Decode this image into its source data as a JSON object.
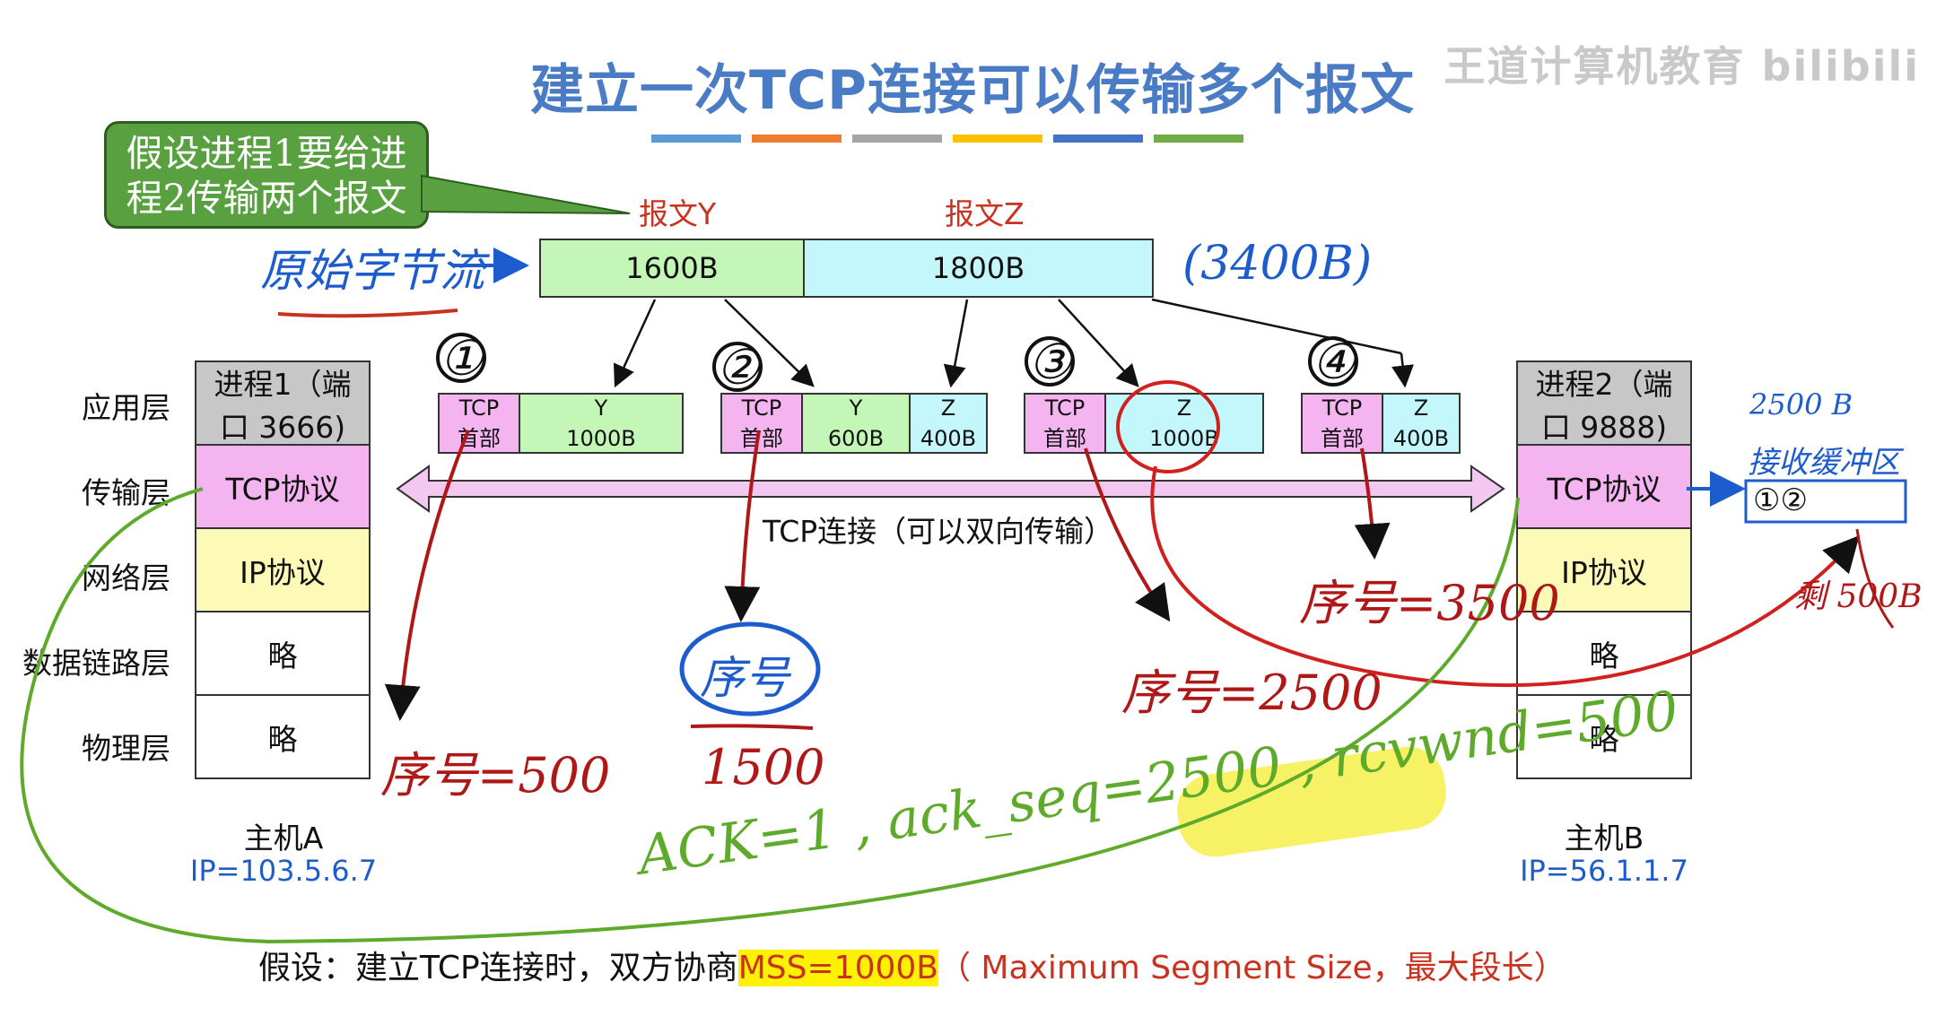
{
  "title": "建立一次TCP连接可以传输多个报文",
  "watermark": "王道计算机教育 bilibili",
  "color_bars": [
    "#5b9bd5",
    "#ed7d31",
    "#a5a5a5",
    "#ffc000",
    "#4472c4",
    "#70ad47"
  ],
  "callout": "假设进程1要给进程2传输两个报文",
  "messages": {
    "y_label": "报文Y",
    "z_label": "报文Z",
    "y_size": "1600B",
    "z_size": "1800B"
  },
  "stream_note": "原始字节流",
  "total_note": "(3400B)",
  "segments": [
    {
      "num": "①",
      "header": [
        "TCP",
        "首部"
      ],
      "parts": [
        {
          "name": "Y",
          "size": "1000B"
        }
      ]
    },
    {
      "num": "②",
      "header": [
        "TCP",
        "首部"
      ],
      "parts": [
        {
          "name": "Y",
          "size": "600B"
        },
        {
          "name": "Z",
          "size": "400B"
        }
      ]
    },
    {
      "num": "③",
      "header": [
        "TCP",
        "首部"
      ],
      "parts": [
        {
          "name": "Z",
          "size": "1000B"
        }
      ]
    },
    {
      "num": "④",
      "header": [
        "TCP",
        "首部"
      ],
      "parts": [
        {
          "name": "Z",
          "size": "400B"
        }
      ]
    }
  ],
  "layers": [
    "应用层",
    "传输层",
    "网络层",
    "数据链路层",
    "物理层"
  ],
  "hostA": {
    "process_line1": "进程1（端",
    "process_line2": "口 3666)",
    "tcp": "TCP协议",
    "ip": "IP协议",
    "link": "略",
    "phys": "略",
    "name": "主机A",
    "ip_addr": "IP=103.5.6.7"
  },
  "hostB": {
    "process_line1": "进程2（端",
    "process_line2": "口 9888)",
    "tcp": "TCP协议",
    "ip": "IP协议",
    "link": "略",
    "phys": "略",
    "name": "主机B",
    "ip_addr": "IP=56.1.1.7"
  },
  "connection_label": "TCP连接（可以双向传输）",
  "seq_notes": {
    "seq1": "序号=500",
    "seq2_top": "序号",
    "seq2_bottom": "1500",
    "seq3": "序号=2500",
    "seq4": "序号=3500"
  },
  "receive_buffer": {
    "size": "2500 B",
    "label": "接收缓冲区",
    "content": "①②",
    "remain": "剩 500B"
  },
  "ack_note": "ACK=1 , ack_seq=2500 , rcvwnd=500",
  "bottom": {
    "prefix": "假设：建立TCP连接时，双方协商",
    "mss": "MSS=1000B",
    "suffix": "（ Maximum Segment Size，最大段长）"
  }
}
